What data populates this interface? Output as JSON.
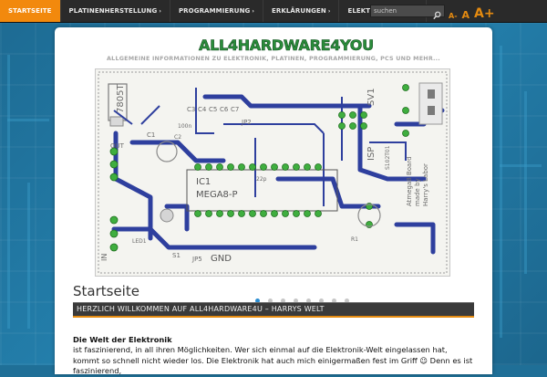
{
  "nav": {
    "items": [
      {
        "label": "Startseite",
        "active": true,
        "dropdown": false
      },
      {
        "label": "Platinenherstellung",
        "active": false,
        "dropdown": true
      },
      {
        "label": "Programmierung",
        "active": false,
        "dropdown": true
      },
      {
        "label": "Erklärungen",
        "active": false,
        "dropdown": true
      },
      {
        "label": "Elektronik-News",
        "active": false,
        "dropdown": false
      }
    ],
    "dropdown_glyph": "›",
    "search_placeholder": "suchen",
    "font_size_labels": [
      "A-",
      "A",
      "A+"
    ]
  },
  "header": {
    "logo_text": "ALL4HARDWARE4YOU",
    "tagline": "Allgemeine Informationen zu Elektronik, Platinen, Programmierung, PCs und mehr..."
  },
  "slider": {
    "dot_count": 8,
    "active_index": 0,
    "pcb_labels": {
      "reg": "7805T",
      "c1": "C1",
      "c2": "C2",
      "c3": "C3",
      "c4": "C4",
      "c5": "C5",
      "c6": "C6",
      "c7": "C7",
      "cap": "100n",
      "ic1": "IC1",
      "ic_part": "MEGA8-P",
      "sv1": "SV1",
      "isp": "ISP",
      "jp": "JP2",
      "out": "OUT",
      "gnd": "GND",
      "in": "IN",
      "jp5": "JP5",
      "led": "LED1",
      "s1": "S1",
      "r1": "R1",
      "cap2": "22p",
      "board_line1": "Atmega8 Board",
      "board_line2": "made by",
      "board_line3": "Harry's Labor",
      "s102": "S102T01"
    }
  },
  "content": {
    "page_title": "Startseite",
    "welcome": "Herzlich Willkommen auf All4Hardware4U – Harrys Welt",
    "section_heading": "Die Welt der Elektronik",
    "paragraph": "ist faszinierend, in all ihren Möglichkeiten. Wer sich einmal auf die Elektronik-Welt eingelassen hat, kommt so schnell nicht wieder los. Die Elektronik hat auch mich einigermaßen fest im Griff 😉 Denn es ist faszinierend,"
  },
  "colors": {
    "accent": "#f2890d",
    "nav_bg": "#2a2a2a",
    "logo_green": "#2a8d3a",
    "trace_blue": "#2e3f9e",
    "pad_green": "#3fae3f",
    "page_bg": "#1f6f97"
  }
}
